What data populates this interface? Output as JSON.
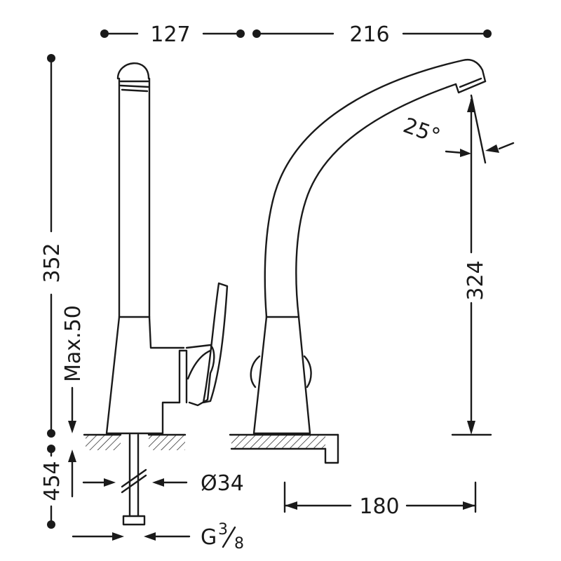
{
  "dimensions": {
    "base_width": "127",
    "spout_reach": "216",
    "total_height": "352",
    "max_deck_thickness": "Max.50",
    "shank_length": "454",
    "spout_height": "324",
    "spout_angle": "25°",
    "hole_diameter": "Ø34",
    "connection_thread": "G",
    "connection_fraction_num": "3",
    "connection_fraction_den": "8",
    "clearance": "180"
  },
  "colors": {
    "line": "#1a1a1a",
    "background": "#ffffff"
  }
}
